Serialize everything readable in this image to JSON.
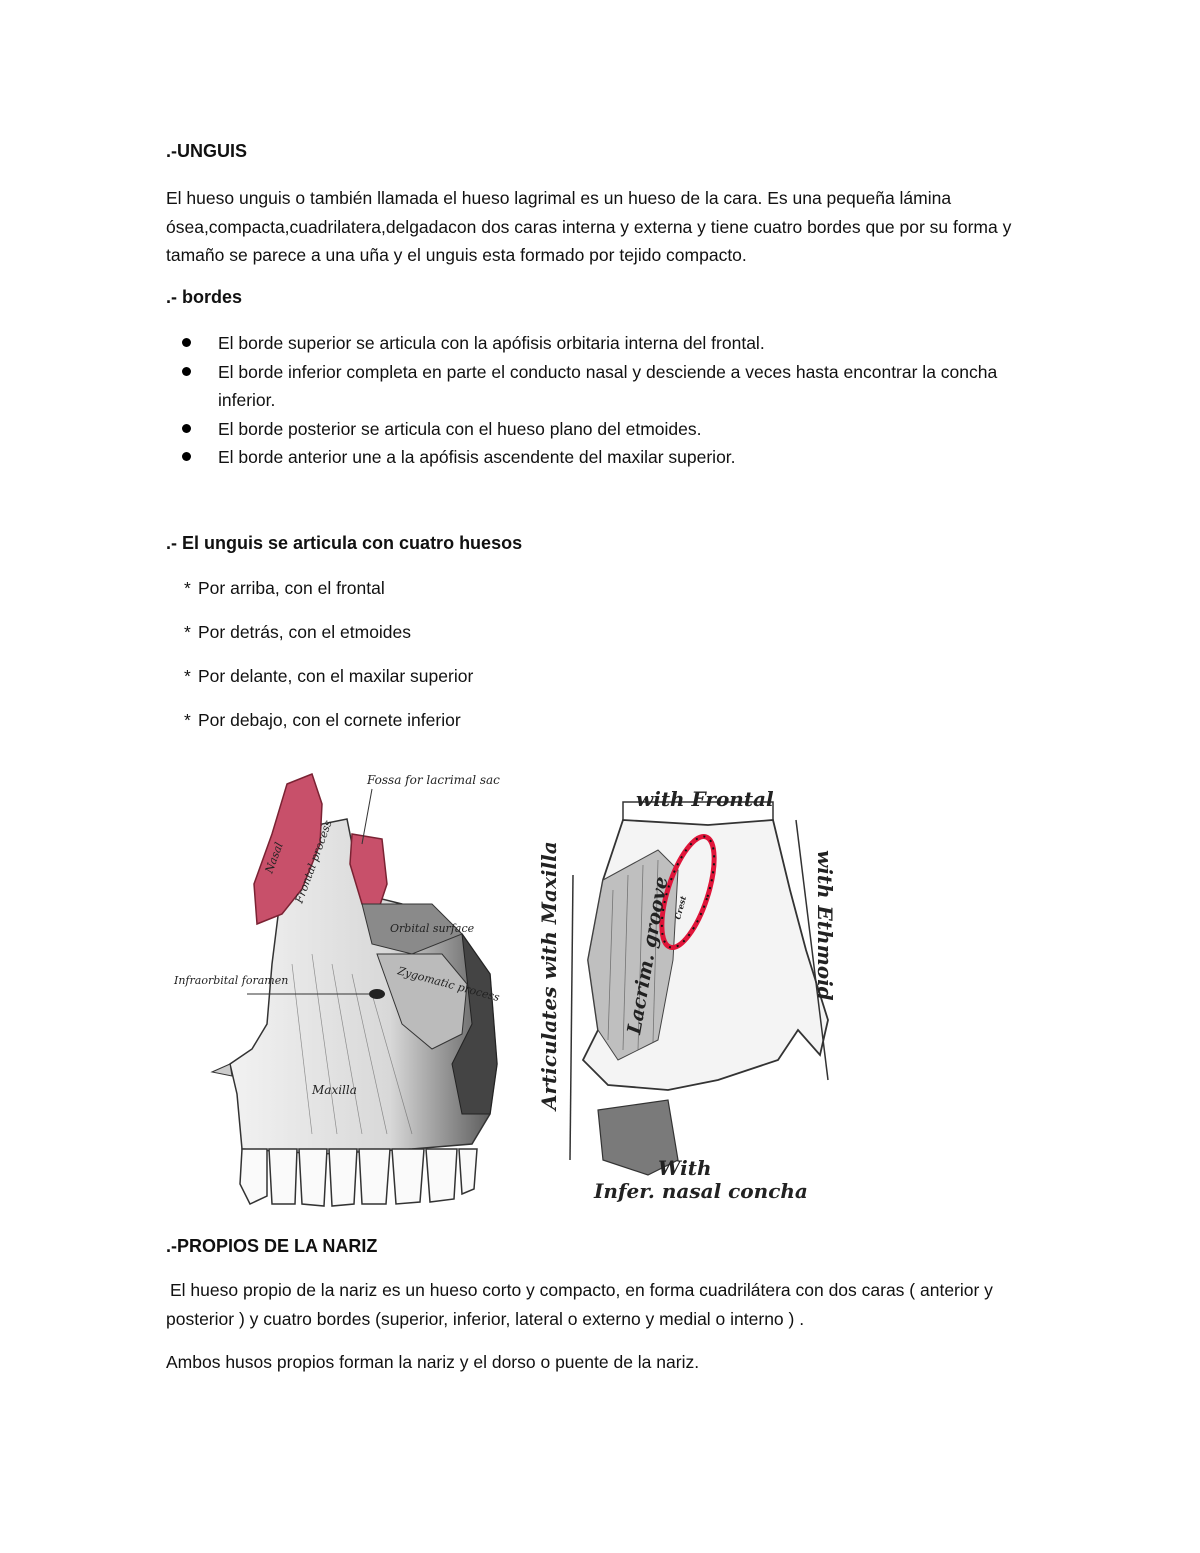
{
  "sections": {
    "unguis": {
      "heading": ".-UNGUIS",
      "paragraph": "El hueso unguis o también llamada el hueso lagrimal es un hueso de la cara. Es una pequeña lámina ósea,compacta,cuadrilatera,delgadacon dos caras interna y externa y tiene cuatro bordes que por su forma y tamaño se parece a una uña y el unguis esta formado por tejido compacto."
    },
    "bordes": {
      "heading": ".- bordes",
      "items": [
        "El borde superior se articula con la apófisis orbitaria interna del frontal.",
        "El borde inferior completa en parte el conducto nasal y desciende a veces hasta encontrar la concha inferior.",
        "El borde posterior se articula con el hueso plano del etmoides.",
        "El borde anterior une a la apófisis ascendente del maxilar superior."
      ]
    },
    "articula": {
      "heading": ".- El unguis se articula con cuatro huesos",
      "items": [
        {
          "mark": "*",
          "text": "Por arriba, con el frontal"
        },
        {
          "mark": "*",
          "text": "Por detrás, con el etmoides"
        },
        {
          "mark": "*",
          "text": "Por delante, con el maxilar superior"
        },
        {
          "mark": "*",
          "text": "Por debajo, con el cornete inferior"
        }
      ]
    },
    "figures": {
      "left": {
        "fossa_label": "Fossa for lacrimal sac",
        "nasal_label": "Nasal",
        "frontal_process_label": "Frontal process",
        "orbital_label": "Orbital surface",
        "zygomatic_label": "Zygomatic process",
        "infraorbital_label": "Infraorbital foramen",
        "maxilla_label": "Maxilla"
      },
      "right": {
        "top_label": "with Frontal",
        "left_label": "Articulates with Maxilla",
        "right_label": "with Ethmoid",
        "groove_label": "Lacrim. groove",
        "bottom_label_1": "With",
        "bottom_label_2": "Infer. nasal concha",
        "inner_label": "Crest"
      },
      "colors": {
        "bone_red": "#c8506a",
        "ring_red": "#e0153a"
      }
    },
    "nariz": {
      "heading": ".-PROPIOS DE LA NARIZ",
      "paragraph1": "El hueso propio de la nariz es un hueso corto y compacto, en forma cuadrilátera con dos caras ( anterior y posterior ) y cuatro bordes (superior, inferior, lateral o externo y medial o interno ) .",
      "paragraph2": "Ambos husos propios forman la nariz y el dorso o puente de la nariz."
    }
  }
}
